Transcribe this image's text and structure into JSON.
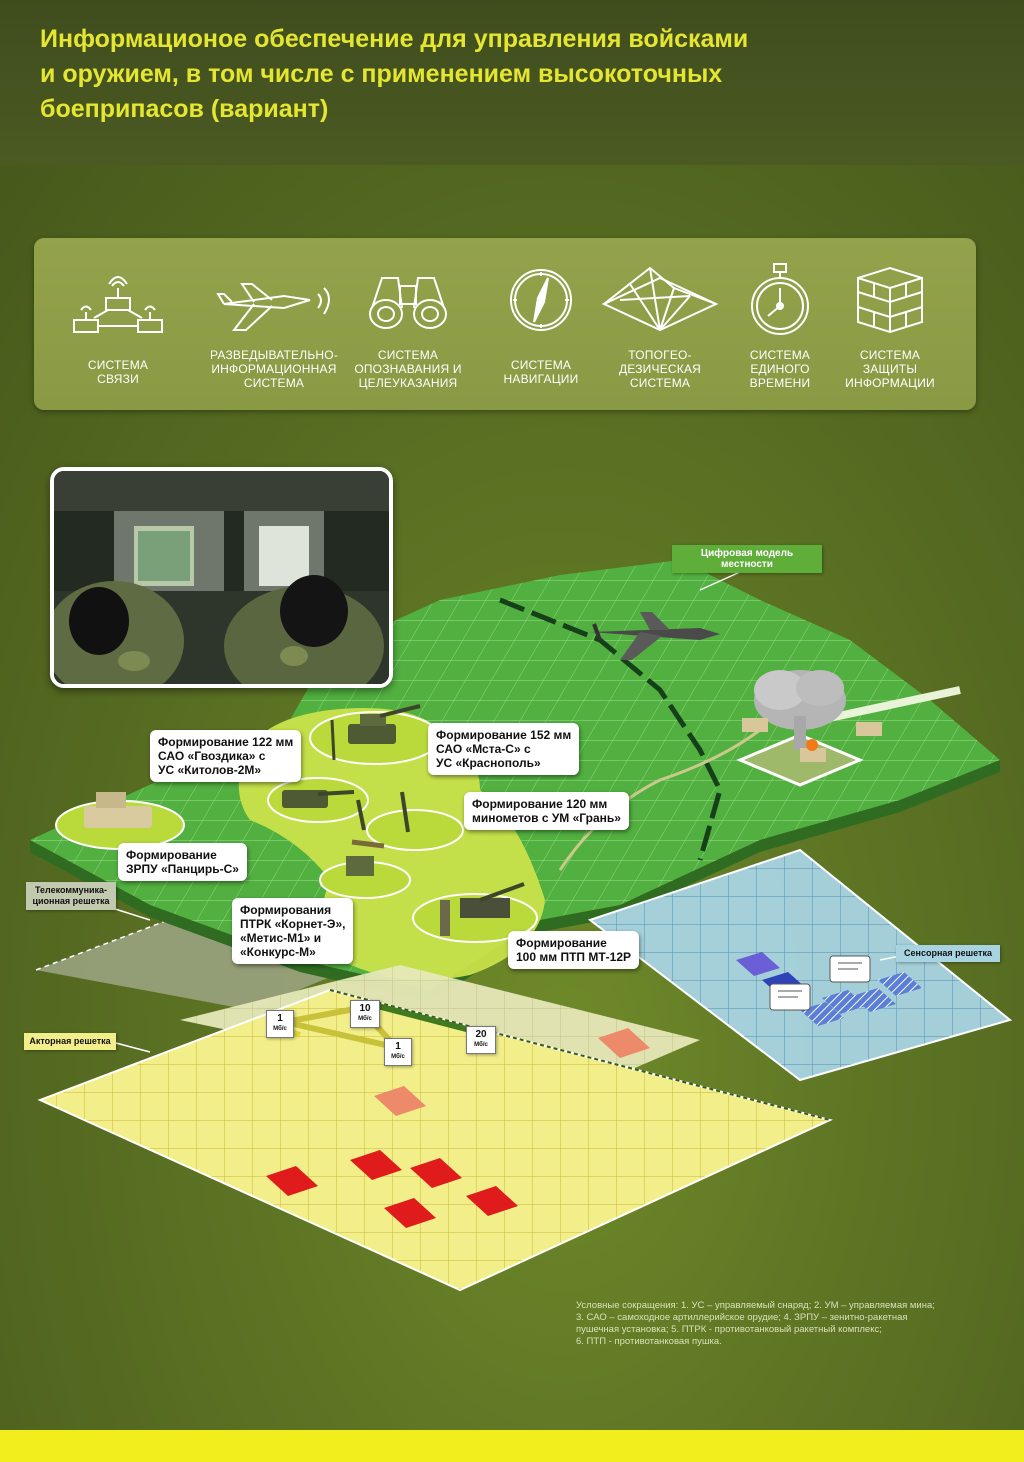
{
  "title": {
    "line1": "Информационое обеспечение для управления войсками",
    "line2": "и оружием, в том числе с применением высокоточных",
    "line3": "боеприпасов (вариант)"
  },
  "systems": [
    {
      "icon": "radio-network-icon",
      "line1": "СИСТЕМА",
      "line2": "СВЯЗИ",
      "line3": ""
    },
    {
      "icon": "drone-icon",
      "line1": "РАЗВЕДЫВАТЕЛЬНО-",
      "line2": "ИНФОРМАЦИОННАЯ",
      "line3": "СИСТЕМА"
    },
    {
      "icon": "binoculars-icon",
      "line1": "СИСТЕМА",
      "line2": "ОПОЗНАВАНИЯ И",
      "line3": "ЦЕЛЕУКАЗАНИЯ"
    },
    {
      "icon": "compass-icon",
      "line1": "СИСТЕМА",
      "line2": "НАВИГАЦИИ",
      "line3": ""
    },
    {
      "icon": "terrain-icon",
      "line1": "ТОПОГЕО-",
      "line2": "ДЕЗИЧЕСКАЯ",
      "line3": "СИСТЕМА"
    },
    {
      "icon": "stopwatch-icon",
      "line1": "СИСТЕМА",
      "line2": "ЕДИНОГО",
      "line3": "ВРЕМЕНИ"
    },
    {
      "icon": "brick-wall-icon",
      "line1": "СИСТЕМА",
      "line2": "ЗАЩИТЫ",
      "line3": "ИНФОРМАЦИИ"
    }
  ],
  "layers": {
    "terrain_line1": "Цифровая модель",
    "terrain_line2": "местности",
    "telecom_line1": "Телекоммуника-",
    "telecom_line2": "ционная решетка",
    "sensor": "Сенсорная решетка",
    "actor": "Акторная решетка"
  },
  "callouts": {
    "gvozdika": [
      "Формирование 122 мм",
      "САО «Гвоздика» с",
      "УС «Китолов-2М»"
    ],
    "msta": [
      "Формирование 152 мм",
      "САО «Мста-С» с",
      "УС «Краснополь»"
    ],
    "mortar": [
      "Формирование 120 мм",
      "минометов с УМ «Грань»"
    ],
    "pantsir": [
      "Формирование",
      "ЗРПУ «Панцирь-С»"
    ],
    "ptrk": [
      "Формирования",
      "ПТРК «Корнет-Э»,",
      "«Метис-М1» и",
      "«Конкурс-М»"
    ],
    "ptp": [
      "Формирование",
      "100 мм ПТП МТ-12Р"
    ]
  },
  "link_tags": [
    {
      "value": "1",
      "unit": "Мб/с"
    },
    {
      "value": "10",
      "unit": "Мб/с"
    },
    {
      "value": "1",
      "unit": "Мб/с"
    },
    {
      "value": "20",
      "unit": "Мб/с"
    }
  ],
  "footnote": {
    "line1": "Условные сокращения: 1. УС – управляемый снаряд; 2. УМ – управляемая мина;",
    "line2": "3. САО – самоходное артиллерийское орудие; 4. ЗРПУ – зенитно-ракетная",
    "line3": "пушечная установка; 5. ПТРК - противотанковый ракетный комплекс;",
    "line4": "6. ПТП - противотанковая пушка."
  },
  "colors": {
    "title": "#e5e630",
    "panel": "#8f9e48",
    "terrain": "#52b040",
    "actor_grid": "#f2ef8a",
    "sensor_grid": "#a8d4e2",
    "target_cell": "#e01b1b",
    "bottom_band": "#f2ee1e"
  }
}
